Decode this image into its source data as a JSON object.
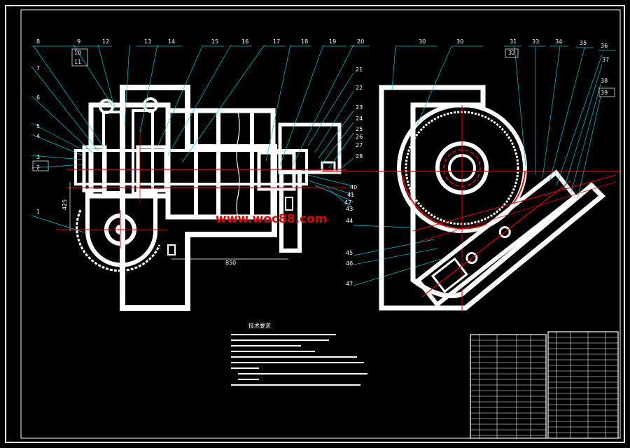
{
  "drawing": {
    "part_labels": [
      "8",
      "9",
      "10",
      "11",
      "12",
      "13",
      "14",
      "15",
      "16",
      "17",
      "18",
      "19",
      "20",
      "21",
      "22",
      "23",
      "24",
      "25",
      "26",
      "27",
      "28",
      "7",
      "6",
      "5",
      "4",
      "3",
      "2",
      "1",
      "40",
      "41",
      "42",
      "43",
      "44",
      "45",
      "46",
      "47",
      "30",
      "30",
      "31",
      "32",
      "33",
      "34",
      "35",
      "36",
      "37",
      "38",
      "39"
    ],
    "dimension_425": "425",
    "dimension_850": "850",
    "watermark": "www.woc88.com",
    "notes_title": "技术要求"
  }
}
